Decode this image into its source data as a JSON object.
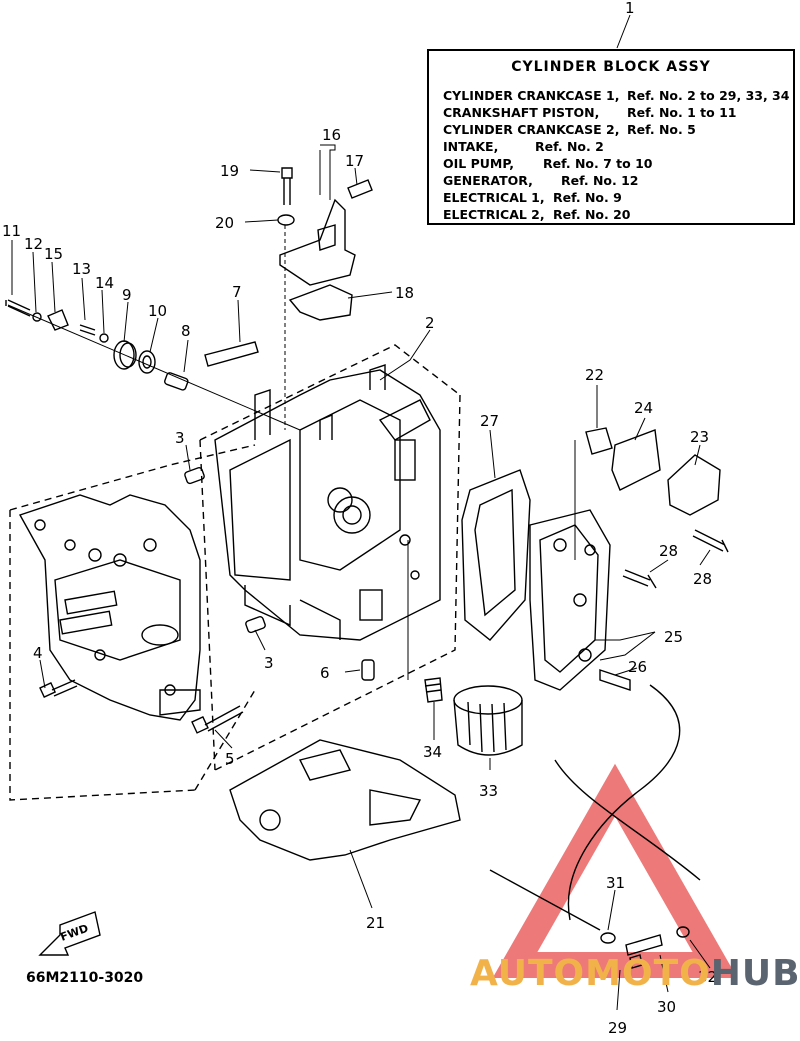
{
  "legend": {
    "number": "1",
    "title": "CYLINDER BLOCK ASSY",
    "rows": [
      {
        "name": "CYLINDER CRANKCASE 1,",
        "ref": "Ref. No. 2 to 29, 33, 34"
      },
      {
        "name": "CRANKSHAFT PISTON,",
        "ref": "Ref. No. 1 to 11"
      },
      {
        "name": "CYLINDER CRANKCASE 2,",
        "ref": "Ref. No. 5"
      },
      {
        "name": "INTAKE,",
        "ref": "Ref. No. 2"
      },
      {
        "name": "OIL PUMP,",
        "ref": "Ref. No. 7 to 10"
      },
      {
        "name": "GENERATOR,",
        "ref": "Ref. No. 12"
      },
      {
        "name": "ELECTRICAL 1,",
        "ref": "Ref. No. 9"
      },
      {
        "name": "ELECTRICAL 2,",
        "ref": "Ref. No. 20"
      }
    ]
  },
  "diagram_code": "66M2110-3020",
  "fwd_label": "FWD",
  "watermark": {
    "part_a": "AUTOMOTO",
    "part_b": "HUB",
    "color_a": "#f2b24a",
    "color_b": "#5a6470",
    "triangle_color": "#e74c4c"
  },
  "callouts": {
    "c2": "2",
    "c3a": "3",
    "c3b": "3",
    "c4": "4",
    "c5": "5",
    "c6": "6",
    "c7": "7",
    "c8": "8",
    "c9": "9",
    "c10": "10",
    "c11": "11",
    "c12": "12",
    "c13": "13",
    "c14": "14",
    "c15": "15",
    "c16": "16",
    "c17": "17",
    "c18": "18",
    "c19": "19",
    "c20": "20",
    "c21": "21",
    "c22": "22",
    "c23": "23",
    "c24": "24",
    "c25": "25",
    "c26": "26",
    "c27": "27",
    "c28a": "28",
    "c28b": "28",
    "c29": "29",
    "c30": "30",
    "c31": "31",
    "c32": "32",
    "c33": "33",
    "c34": "34"
  }
}
